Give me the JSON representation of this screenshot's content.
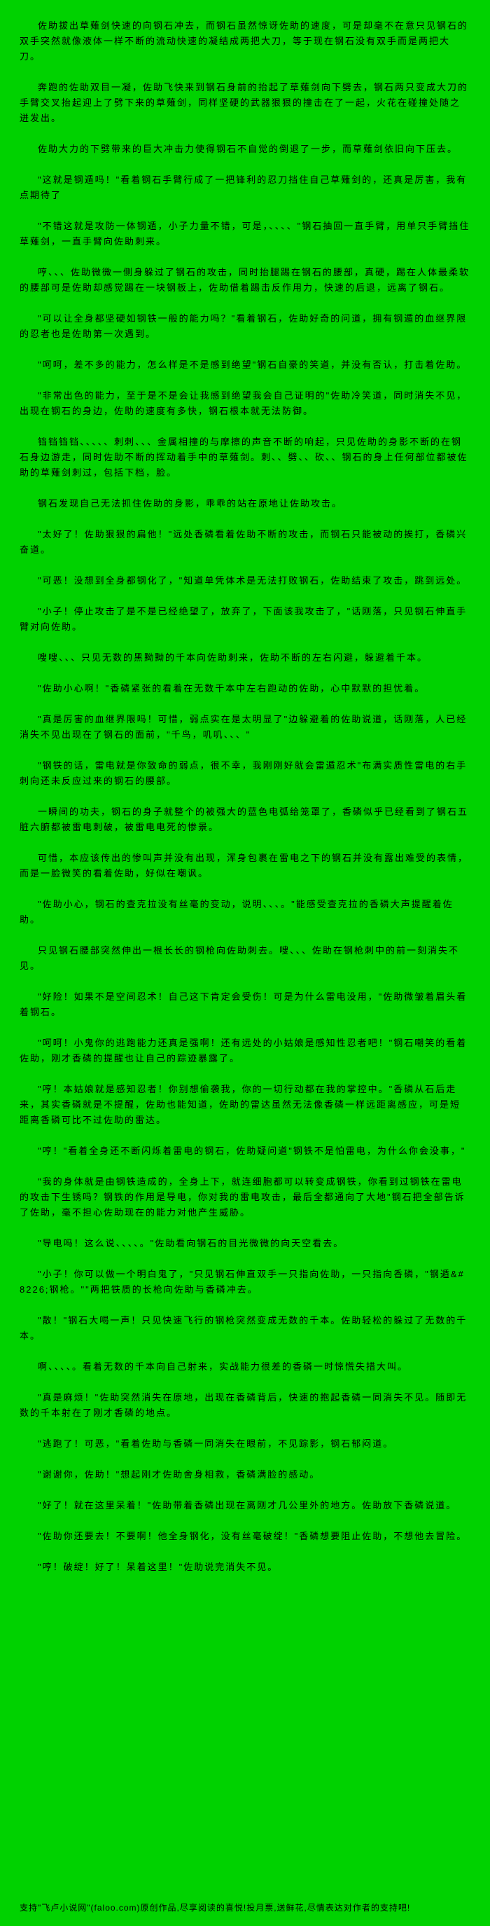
{
  "colors": {
    "background": "#00D200",
    "text": "#000000"
  },
  "novel": {
    "paragraphs": [
      "佐助拔出草薙剑快速的向钢石冲去，而钢石虽然惊讶佐助的速度，可是却毫不在意只见钢石的双手突然就像液体一样不断的流动快速的凝结成两把大刀，等于现在钢石没有双手而是两把大刀。",
      "奔跑的佐助双目一凝，佐助飞快来到钢石身前的抬起了草薙剑向下劈去，钢石两只变成大刀的手臂交叉抬起迎上了劈下来的草薙剑，同样坚硬的武器狠狠的撞击在了一起，火花在碰撞处随之迸发出。",
      "佐助大力的下劈带来的巨大冲击力使得钢石不自觉的倒退了一步，而草薙剑依旧向下压去。",
      "\"这就是钢遁吗！\"看着钢石手臂行成了一把锋利的忍刀挡住自己草薙剑的，还真是厉害，我有点期待了",
      "\"不错这就是攻防一体钢遁，小子力量不错，可是，、、、、\"钢石抽回一直手臂，用单只手臂挡住草薙剑，一直手臂向佐助刺来。",
      "哼、、、佐助微微一侧身躲过了钢石的攻击，同时抬腿踢在钢石的腰部，真硬，踢在人体最柔软的腰部可是佐助却感觉踢在一块钢板上，佐助借着踢击反作用力，快速的后退，远离了钢石。",
      "\"可以让全身都坚硬如钢铁一般的能力吗？\"看着钢石，佐助好奇的问道，拥有钢遁的血继界限的忍者也是佐助第一次遇到。",
      "\"呵呵，差不多的能力，怎么样是不是感到绝望\"钢石自豪的笑道，并没有否认，打击着佐助。",
      "\"非常出色的能力，至于是不是会让我感到绝望我会自己证明的\"佐助冷笑道，同时消失不见，出现在钢石的身边，佐助的速度有多快，钢石根本就无法防御。",
      "铛铛铛铛、、、、、刺刺、、、金属相撞的与摩擦的声音不断的响起，只见佐助的身影不断的在钢石身边游走，同时佐助不断的挥动着手中的草薙剑。刺、、劈、、砍、、钢石的身上任何部位都被佐助的草薙剑刺过，包括下档，脸。",
      "钢石发现自己无法抓住佐助的身影，乖乖的站在原地让佐助攻击。",
      "\"太好了！佐助狠狠的扁他！\"远处香磷看着佐助不断的攻击，而钢石只能被动的挨打，香磷兴奋道。",
      "\"可恶！没想到全身都钢化了，\"知道单凭体术是无法打败钢石，佐助结束了攻击，跳到远处。",
      "\"小子！停止攻击了是不是已经绝望了，放弃了，下面该我攻击了，\"话刚落，只见钢石伸直手臂对向佐助。",
      "嗖嗖、、、只见无数的黑黝黝的千本向佐助刺来，佐助不断的左右闪避，躲避着千本。",
      "\"佐助小心啊！\"香磷紧张的看着在无数千本中左右跑动的佐助，心中默默的担忧着。",
      "\"真是厉害的血继界限吗！可惜，弱点实在是太明显了\"边躲避着的佐助说道，话刚落，人已经消失不见出现在了钢石的面前，\"千鸟，叽叽、、、\"",
      "\"钢铁的话，雷电就是你致命的弱点，很不幸，我刚刚好就会雷遁忍术\"布满实质性雷电的右手刺向还未反应过来的钢石的腰部。",
      "一瞬间的功夫，钢石的身子就整个的被强大的蓝色电弧给笼罩了，香磷似乎已经看到了钢石五脏六腑都被雷电刺破，被雷电电死的惨景。",
      "可惜，本应该传出的惨叫声并没有出现，浑身包裹在雷电之下的钢石并没有露出难受的表情，而是一脸微笑的看着佐助，好似在嘲讽。",
      "\"佐助小心，钢石的查克拉没有丝毫的变动，说明、、、。\"能感受查克拉的香磷大声提醒着佐助。",
      "只见钢石腰部突然伸出一根长长的钢枪向佐助刺去。嗖、、、佐助在钢枪刺中的前一刻消失不见。",
      "\"好险！如果不是空间忍术！自己这下肯定会受伤！可是为什么雷电没用，\"佐助微皱着眉头看着钢石。",
      "\"呵呵！小鬼你的逃跑能力还真是强啊！还有远处的小姑娘是感知性忍者吧！\"钢石嘲笑的看着佐助，刚才香磷的提醒也让自己的踪迹暴露了。",
      "\"哼！本姑娘就是感知忍者！你别想偷袭我，你的一切行动都在我的掌控中。\"香磷从石后走来，其实香磷就是不提醒，佐助也能知道，佐助的雷达虽然无法像香磷一样远距离感应，可是短距离香磷可比不过佐助的雷达。",
      "\"哼！\"看着全身还不断闪烁着雷电的钢石，佐助疑问道\"钢铁不是怕雷电，为什么你会没事，\"",
      "\"我的身体就是由钢铁造成的，全身上下，就连细胞都可以转变成钢铁，你看到过钢铁在雷电的攻击下生锈吗？钢铁的作用是导电，你对我的雷电攻击，最后全都通向了大地\"钢石把全部告诉了佐助，毫不担心佐助现在的能力对他产生威胁。",
      "\"导电吗！这么说、、、、。\"佐助看向钢石的目光微微的向天空看去。",
      "\"小子！你可以做一个明白鬼了，\"只见钢石伸直双手一只指向佐助，一只指向香磷，\"钢遁&#8226;钢枪。\"\"两把铁质的长枪向佐助与香磷冲去。",
      "\"散！\"钢石大喝一声！只见快速飞行的钢枪突然变成无数的千本。佐助轻松的躲过了无数的千本。",
      "啊、、、、。看着无数的千本向自己射来，实战能力很差的香磷一时惊慌失措大叫。",
      "\"真是麻烦！\"佐助突然消失在原地，出现在香磷背后，快速的抱起香磷一同消失不见。随即无数的千本射在了刚才香磷的地点。",
      "\"逃跑了！可恶，\"看着佐助与香磷一同消失在眼前，不见踪影，钢石郁闷道。",
      "\"谢谢你，佐助！\"想起刚才佐助舍身相救，香磷满脸的感动。",
      "\"好了！就在这里呆着！\"佐助带着香磷出现在离刚才几公里外的地方。佐助放下香磷说道。",
      "\"佐助你还要去！不要啊！他全身钢化，没有丝毫破绽！\"香磷想要阻止佐助，不想他去冒险。",
      "\"哼！破绽！好了！呆着这里！\"佐助说完消失不见。"
    ]
  },
  "footer": {
    "support_line": "支持\"飞卢小说网\"(faloo.com)原创作品,尽享阅读的喜悦!投月票,送鲜花,尽情表达对作者的支持吧!"
  }
}
